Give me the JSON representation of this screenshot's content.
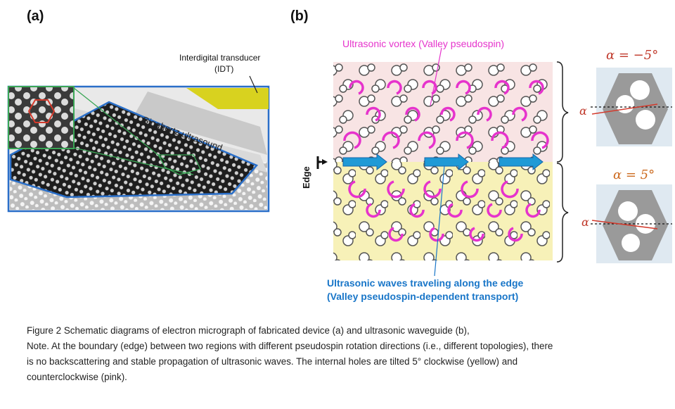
{
  "panels": {
    "a_label": "(a)",
    "b_label": "(b)"
  },
  "panel_a": {
    "idt_title": "Interdigital transducer",
    "idt_abbr": "(IDT)",
    "waveguide_label": "Gigahertz ultrasound",
    "colors": {
      "frame": "#2a6fc9",
      "inset_frame": "#3aa655",
      "hexagon": "#d33a2c",
      "idt": "#d8d21f"
    }
  },
  "panel_b": {
    "vortex_label": "Ultrasonic vortex (Valley pseudospin)",
    "waves_label_line1": "Ultrasonic waves traveling along the edge",
    "waves_label_line2": "(Valley pseudospin-dependent transport)",
    "edge_label": "Edge",
    "top_angle": "α = −5°",
    "bottom_angle": "α = 5°",
    "alpha_symbol": "α",
    "colors": {
      "top_region": "#f8e4e4",
      "bottom_region": "#f7f1b8",
      "vortex": "#e633cc",
      "arrow": "#1f9ad6",
      "label_blue": "#1976c8"
    }
  },
  "caption": {
    "line1": "Figure 2 Schematic diagrams of electron micrograph of fabricated device (a) and ultrasonic waveguide (b),",
    "line2": "Note. At the boundary (edge) between two regions with different pseudospin rotation directions (i.e., different topologies), there",
    "line3": "is no backscattering and stable propagation of ultrasonic waves. The internal holes are tilted 5° clockwise (yellow) and",
    "line4": "counterclockwise (pink)."
  }
}
